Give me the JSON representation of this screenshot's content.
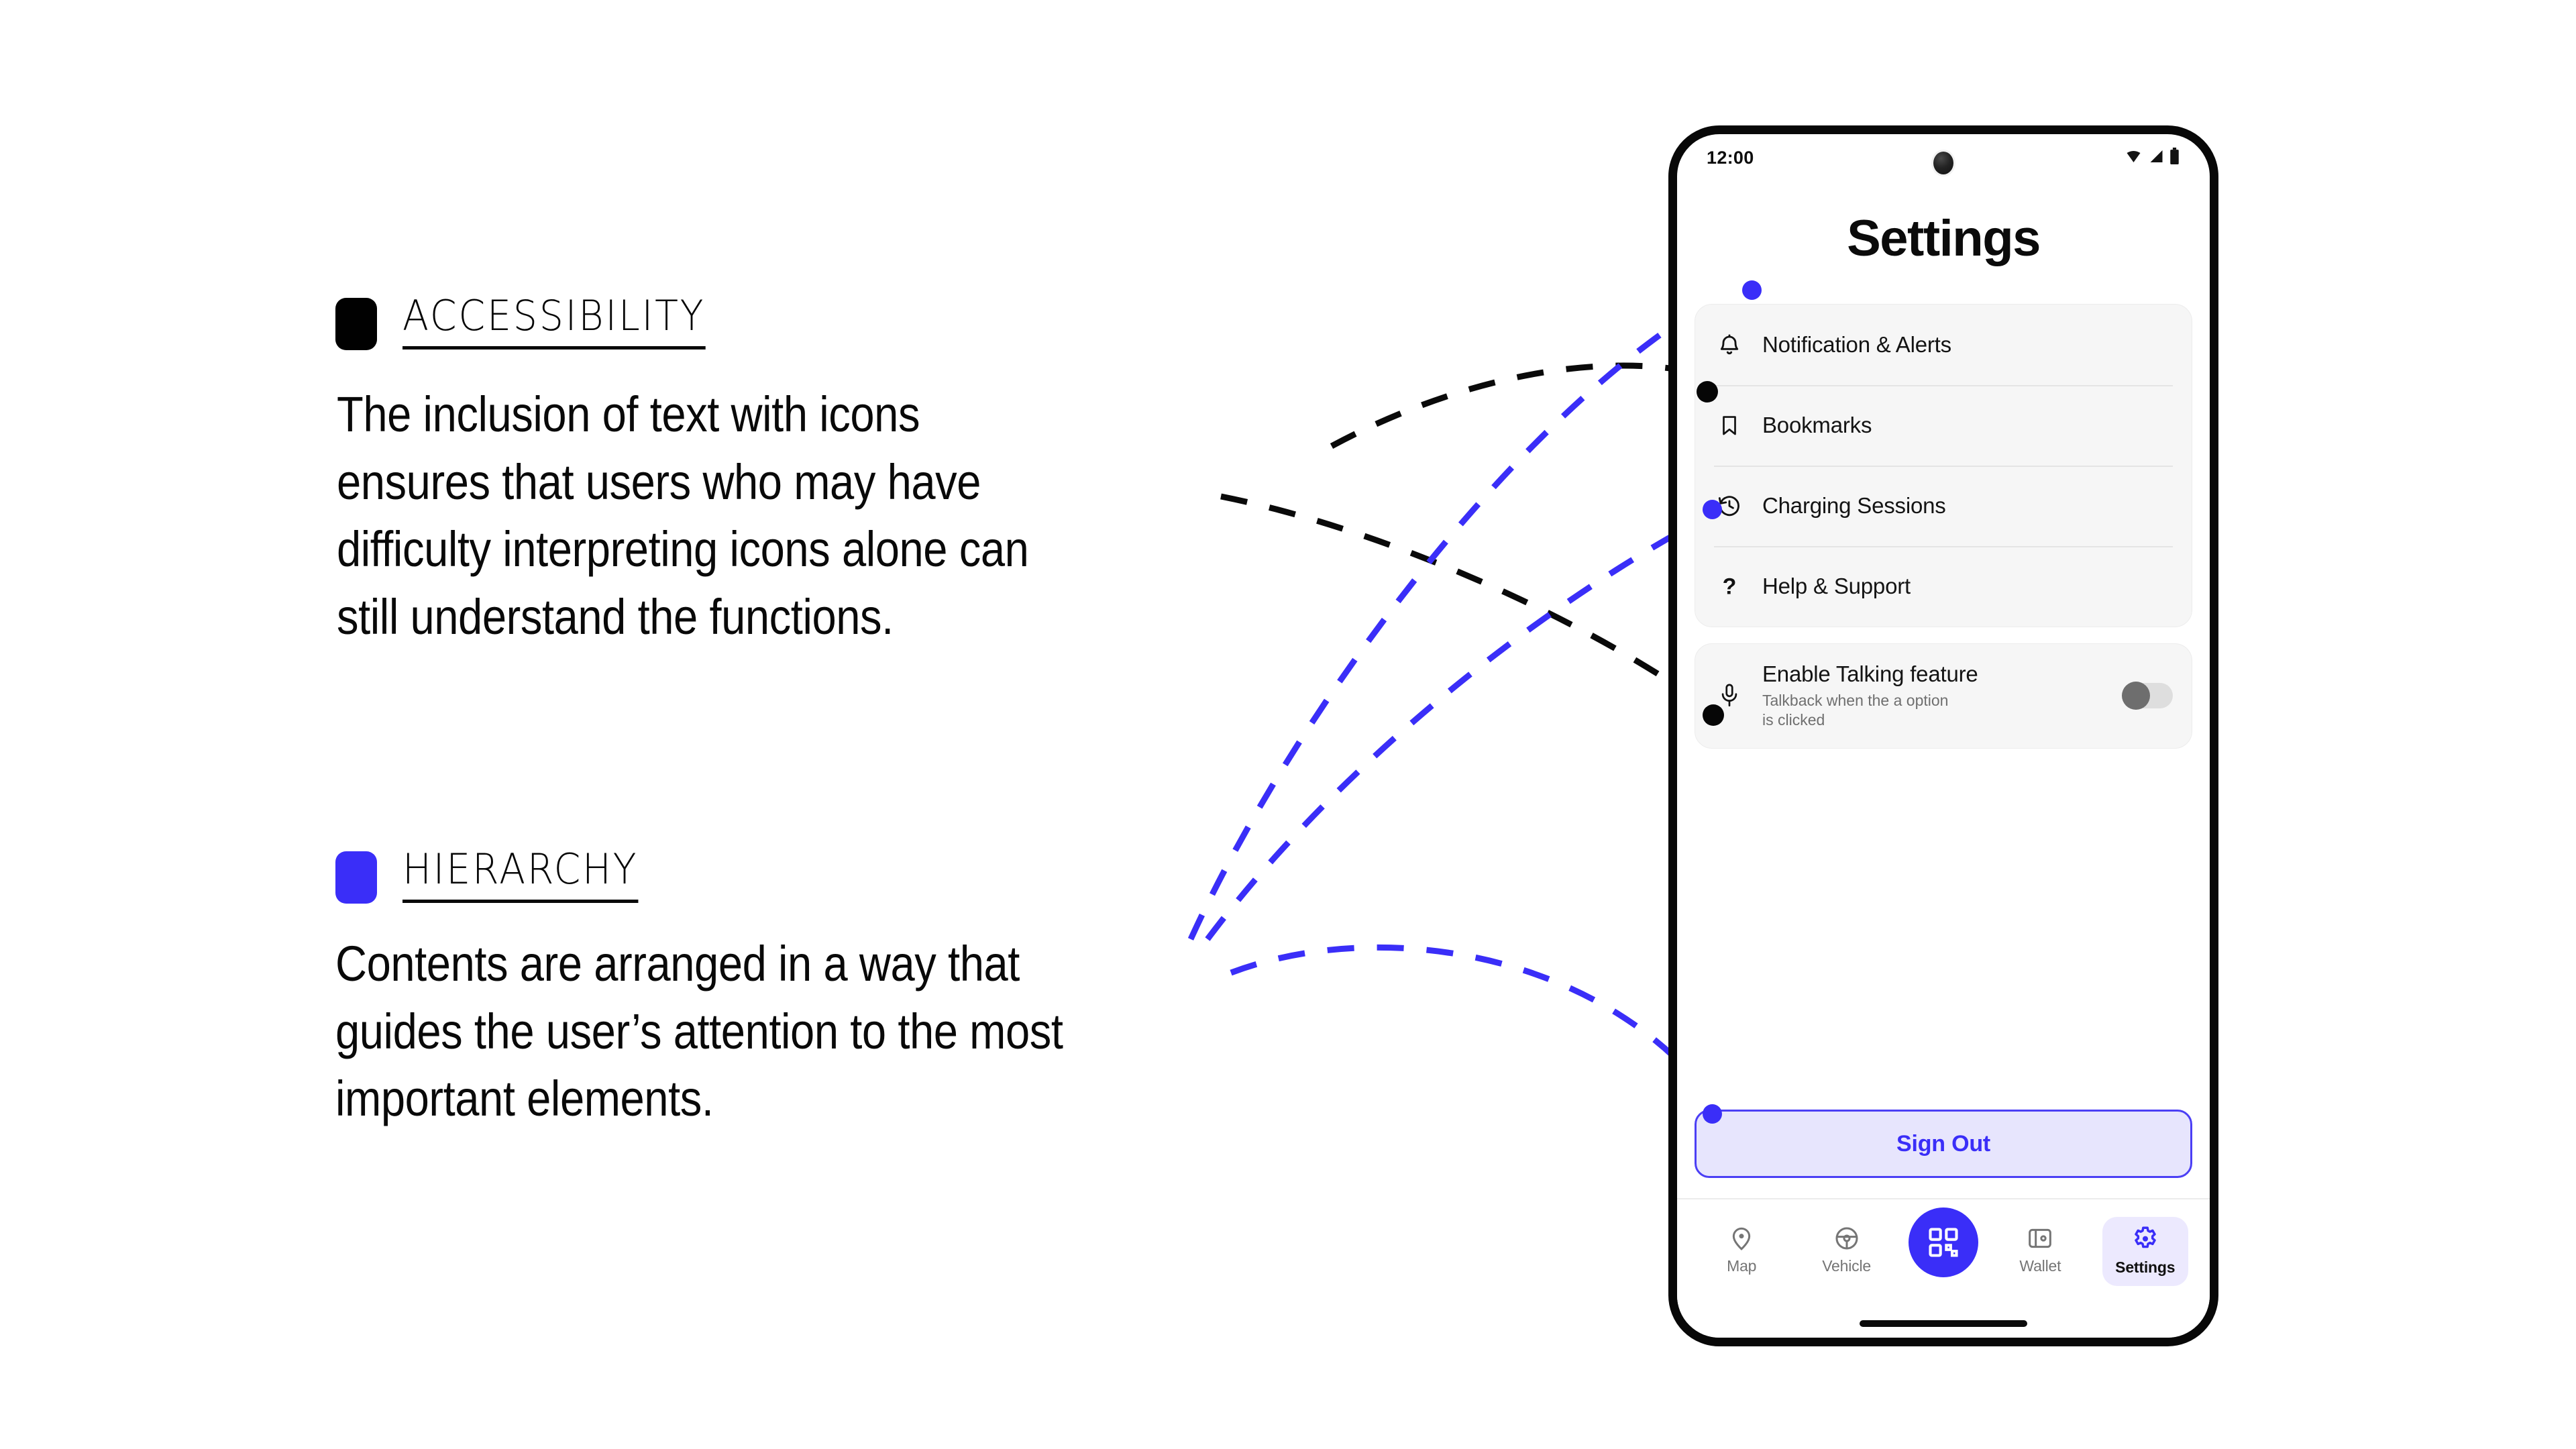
{
  "annotations": [
    {
      "id": "accessibility",
      "title": "ACCESSIBILITY",
      "swatch_color": "#010101",
      "body": "The inclusion of text with icons ensures that users who may have difficulty interpreting icons alone can still understand the functions."
    },
    {
      "id": "hierarchy",
      "title": "HIERARCHY",
      "swatch_color": "#3A2EF8",
      "body": "Contents are arranged in a way that guides the user’s attention to the most important elements."
    }
  ],
  "phone": {
    "status_bar": {
      "time": "12:00",
      "icons": [
        "wifi-icon",
        "signal-icon",
        "battery-icon"
      ],
      "camera": "front-camera"
    },
    "title": "Settings",
    "settings_list": [
      {
        "label": "Notification & Alerts",
        "icon": "bell-icon"
      },
      {
        "label": "Bookmarks",
        "icon": "bookmark-icon"
      },
      {
        "label": "Charging Sessions",
        "icon": "history-icon"
      },
      {
        "label": "Help & Support",
        "icon": "question-mark-icon"
      }
    ],
    "talkback": {
      "title": "Enable Talking feature",
      "subtitle": "Talkback when the a option is clicked",
      "icon": "microphone-icon",
      "toggle_state": "off"
    },
    "sign_out": "Sign Out",
    "bottom_nav": {
      "items": [
        {
          "label": "Map",
          "icon": "location-pin-icon",
          "active": false
        },
        {
          "label": "Vehicle",
          "icon": "steering-wheel-icon",
          "active": false
        },
        {
          "label": "",
          "icon": "qr-scan-icon",
          "active": false,
          "fab": true
        },
        {
          "label": "Wallet",
          "icon": "wallet-icon",
          "active": false
        },
        {
          "label": "Settings",
          "icon": "gear-icon",
          "active": true
        }
      ]
    }
  },
  "colors": {
    "accent_blue": "#3A2EF8",
    "accent_blue_soft": "#E7E5FD",
    "card_gray": "#F6F6F6",
    "text_dark": "#0B0B0B",
    "text_muted": "#6F6F6F"
  },
  "connectors": {
    "black_count": 2,
    "blue_count": 3,
    "black_color": "#0A0A0A",
    "blue_color": "#3A2EF8",
    "style": "dashed"
  }
}
